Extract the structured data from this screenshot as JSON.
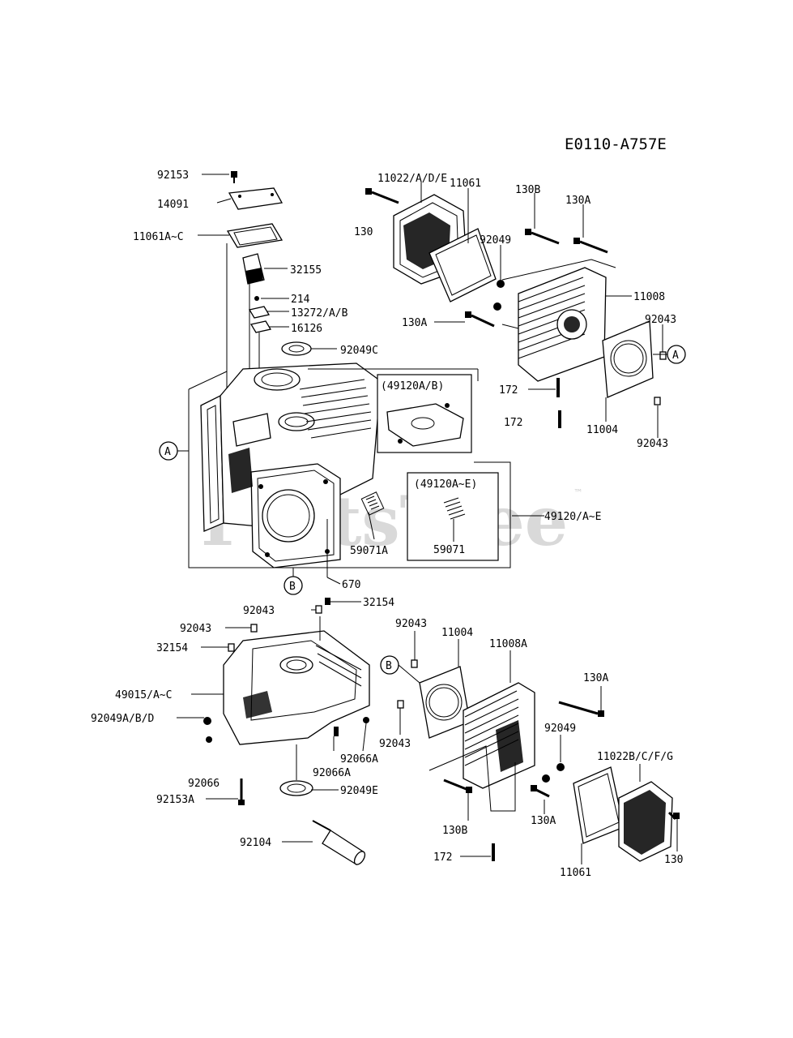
{
  "diagram_code": "E0110-A757E",
  "watermark": "PartsTree",
  "watermark_tm": "™",
  "callouts": {
    "A": "A",
    "B": "B"
  },
  "inset_titles": {
    "head_gasket_kit": "(49120A/B)",
    "valve_kit": "(49120A~E)"
  },
  "labels": {
    "p92153": "92153",
    "p14091": "14091",
    "p11061AC": "11061A~C",
    "p32155": "32155",
    "p214": "214",
    "p13272": "13272/A/B",
    "p16126": "16126",
    "p92049C": "92049C",
    "p11022ADE": "11022/A/D/E",
    "p130_top": "130",
    "p11061_top": "11061",
    "p130B_top": "130B",
    "p130A_top": "130A",
    "p92049_top": "92049",
    "p11008": "11008",
    "p130A_mid": "130A",
    "p92043_r1": "92043",
    "p172_a": "172",
    "p172_b": "172",
    "p11004_top": "11004",
    "p92043_r2": "92043",
    "p59071A": "59071A",
    "p59071": "59071",
    "p49120AE": "49120/A~E",
    "p670": "670",
    "p92043_c": "92043",
    "p32154_c": "32154",
    "p92043_l": "92043",
    "p32154_l": "32154",
    "p49015": "49015/A~C",
    "p92049ABD": "92049A/B/D",
    "p92066A_a": "92066A",
    "p92066A_b": "92066A",
    "p92066": "92066",
    "p92153A": "92153A",
    "p92049E": "92049E",
    "p92104": "92104",
    "p92043_b1": "92043",
    "p11004_bot": "11004",
    "p11008A": "11008A",
    "p92043_b2": "92043",
    "p130A_b1": "130A",
    "p92049_bot": "92049",
    "p11022BCFG": "11022B/C/F/G",
    "p130B_bot": "130B",
    "p130A_b2": "130A",
    "p172_bot": "172",
    "p11061_bot": "11061",
    "p130_bot": "130"
  }
}
